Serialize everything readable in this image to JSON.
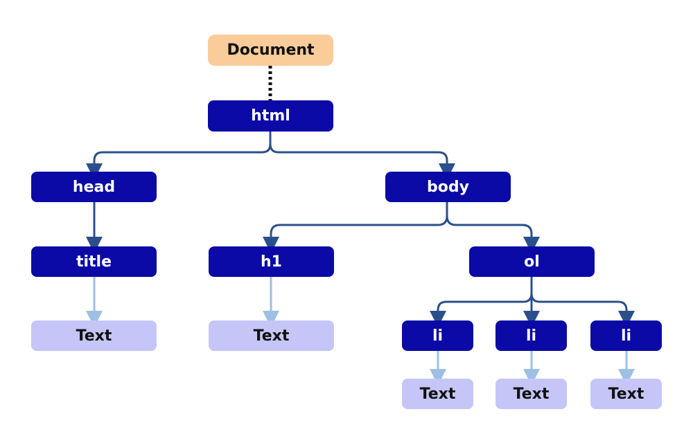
{
  "diagram": {
    "nodes": {
      "document": {
        "label": "Document"
      },
      "html": {
        "label": "html"
      },
      "head": {
        "label": "head"
      },
      "body": {
        "label": "body"
      },
      "title": {
        "label": "title"
      },
      "h1": {
        "label": "h1"
      },
      "ol": {
        "label": "ol"
      },
      "li_1": {
        "label": "li"
      },
      "li_2": {
        "label": "li"
      },
      "li_3": {
        "label": "li"
      },
      "text_title": {
        "label": "Text"
      },
      "text_h1": {
        "label": "Text"
      },
      "text_li_1": {
        "label": "Text"
      },
      "text_li_2": {
        "label": "Text"
      },
      "text_li_3": {
        "label": "Text"
      }
    },
    "colors": {
      "document_fill": "#f9cc99",
      "element_fill": "#0b0aa6",
      "text_node_fill": "#c5c6f7",
      "element_arrow": "#2b4f8c",
      "text_arrow": "#9dbfe3",
      "document_link": "#111111",
      "element_text": "#ffffff",
      "dark_text": "#111111"
    }
  }
}
